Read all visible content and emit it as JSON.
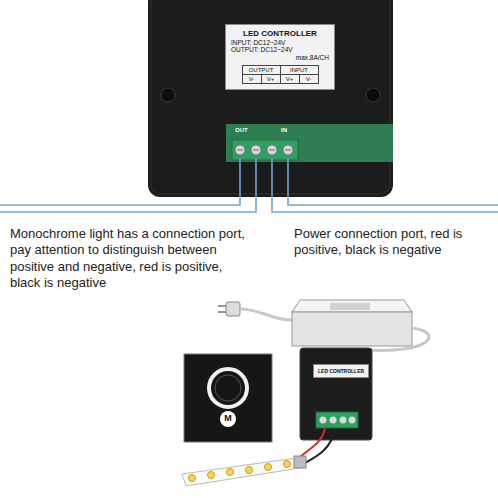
{
  "diagram": {
    "nodes": [
      {
        "text": [
          "LED CONTROLLER",
          "INPUT: DC12~24V",
          "OUTPUT: DC12~24V",
          "max.8A/CH"
        ]
      },
      {
        "text": [
          "LED CONTROLLER"
        ]
      }
    ],
    "labels": [
      "OUTPUT",
      "INPUT",
      "V-",
      "V+",
      "V+",
      "V-",
      "OUT",
      "IN",
      "Monochrome light has a connection port, pay attention to distinguish between positive and negative, red is positive, black is negative",
      "Power connection port, red is positive, black is negative",
      "M"
    ]
  }
}
